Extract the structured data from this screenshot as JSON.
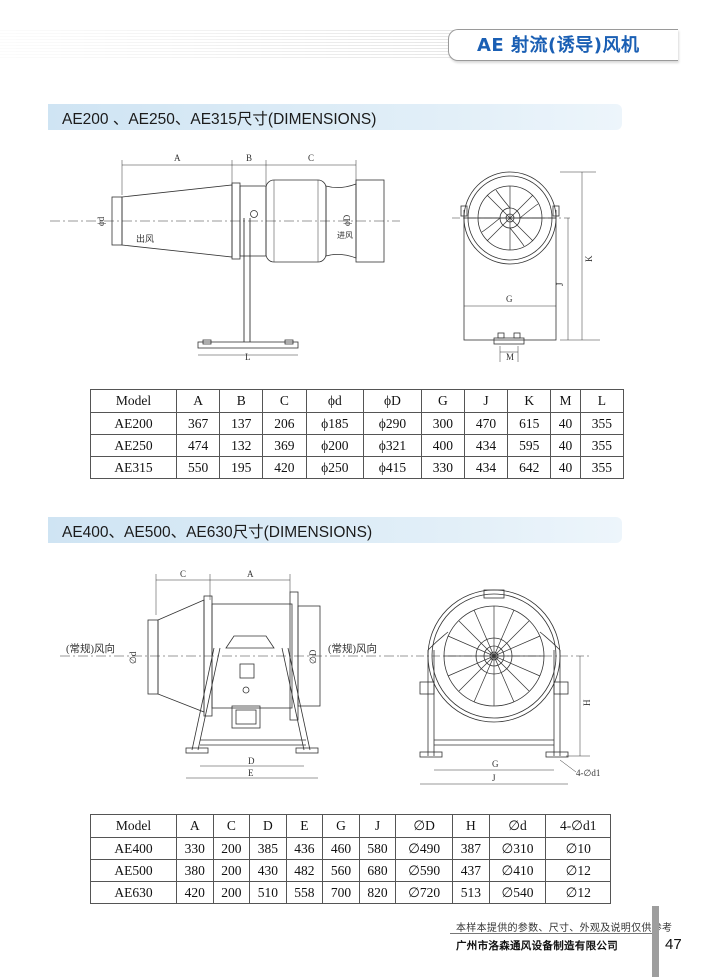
{
  "header": {
    "title": "AE 射流(诱导)风机"
  },
  "section1": {
    "title": "AE200 、AE250、AE315尺寸(DIMENSIONS)",
    "table": {
      "headers": [
        "Model",
        "A",
        "B",
        "C",
        "ϕd",
        "ϕD",
        "G",
        "J",
        "K",
        "M",
        "L"
      ],
      "rows": [
        [
          "AE200",
          "367",
          "137",
          "206",
          "ϕ185",
          "ϕ290",
          "300",
          "470",
          "615",
          "40",
          "355"
        ],
        [
          "AE250",
          "474",
          "132",
          "369",
          "ϕ200",
          "ϕ321",
          "400",
          "434",
          "595",
          "40",
          "355"
        ],
        [
          "AE315",
          "550",
          "195",
          "420",
          "ϕ250",
          "ϕ415",
          "330",
          "434",
          "642",
          "40",
          "355"
        ]
      ]
    },
    "drawing_labels": {
      "A": "A",
      "B": "B",
      "C": "C",
      "d": "ϕd",
      "D": "ϕD",
      "out": "出风",
      "in": "进风",
      "L": "L",
      "G": "G",
      "J": "J",
      "K": "K",
      "M": "M"
    }
  },
  "section2": {
    "title": "AE400、AE500、AE630尺寸(DIMENSIONS)",
    "table": {
      "headers": [
        "Model",
        "A",
        "C",
        "D",
        "E",
        "G",
        "J",
        "∅D",
        "H",
        "∅d",
        "4-∅d1"
      ],
      "rows": [
        [
          "AE400",
          "330",
          "200",
          "385",
          "436",
          "460",
          "580",
          "∅490",
          "387",
          "∅310",
          "∅10"
        ],
        [
          "AE500",
          "380",
          "200",
          "430",
          "482",
          "560",
          "680",
          "∅590",
          "437",
          "∅410",
          "∅12"
        ],
        [
          "AE630",
          "420",
          "200",
          "510",
          "558",
          "700",
          "820",
          "∅720",
          "513",
          "∅540",
          "∅12"
        ]
      ]
    },
    "drawing_labels": {
      "C": "C",
      "A": "A",
      "wind_left": "(常规)风向",
      "wind_right": "(常规)风向",
      "d": "∅d",
      "D": "∅D",
      "Dbot": "D",
      "E": "E",
      "G": "G",
      "J": "J",
      "H": "H",
      "holes": "4-∅d1"
    }
  },
  "footer": {
    "note": "本样本提供的参数、尺寸、外观及说明仅供参考",
    "company": "广州市洛森通风设备制造有限公司",
    "page": "47"
  }
}
